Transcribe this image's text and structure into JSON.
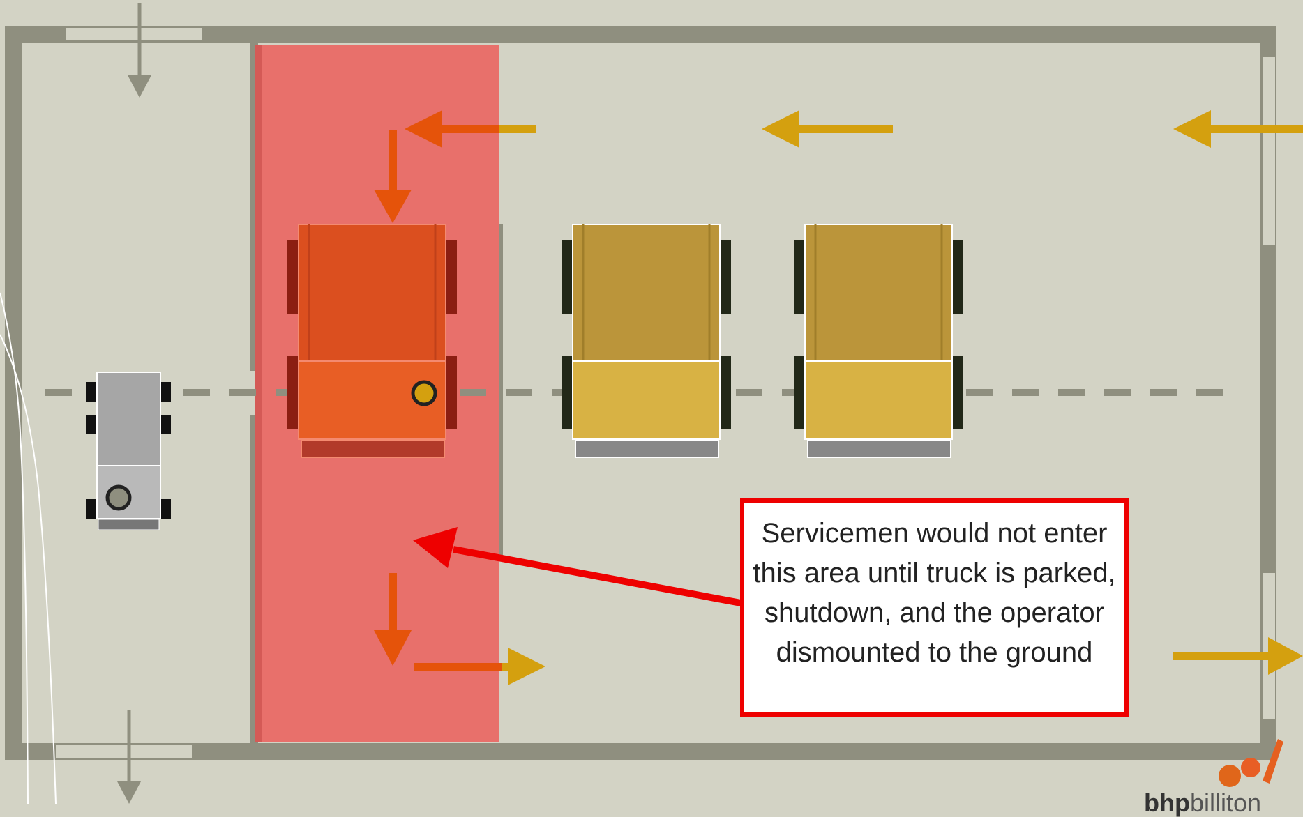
{
  "callout": {
    "lines": [
      "Servicemen would not enter",
      "this area until truck is parked,",
      "shutdown, and the operator",
      "dismounted to the ground"
    ]
  },
  "logo": {
    "bold": "bhp",
    "light": "billiton"
  },
  "colors": {
    "background": "#d3d3c5",
    "wall": "#8f8f7f",
    "hazard_zone": "#e8706b",
    "traffic_arrow": "#d4a00f",
    "hazard_arrow": "#e5530a",
    "callout_border": "#ee0000",
    "active_truck": "#e85e25",
    "parked_truck": "#d8b244",
    "service_vehicle": "#a8a8a8"
  },
  "icons": [
    "haul-truck-icon",
    "service-vehicle-icon",
    "flow-arrow-icon",
    "callout-pointer-icon",
    "bhp-billiton-logo"
  ]
}
